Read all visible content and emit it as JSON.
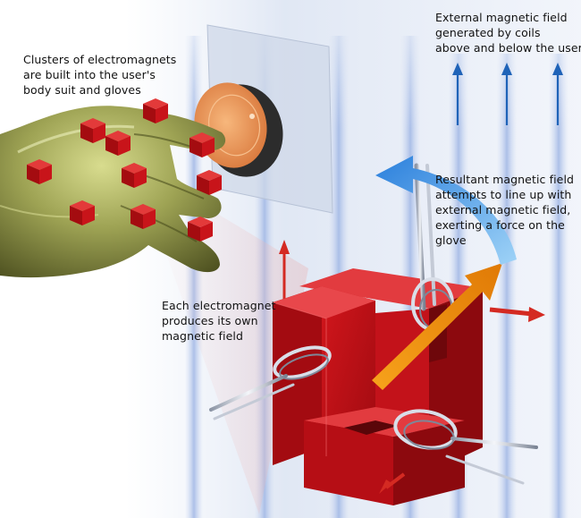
{
  "captions": {
    "clusters": [
      "Clusters of electromagnets",
      "are built into the user's",
      "body suit and gloves"
    ],
    "external_field": [
      "External magnetic field",
      "generated by coils",
      "above and below the user"
    ],
    "resultant_field": [
      "Resultant magnetic field",
      "attempts to line up with",
      "external magnetic field,",
      "exerting a force on the",
      "glove"
    ],
    "each_electromagnet": [
      "Each electromagnet",
      "produces its own",
      "magnetic field"
    ]
  },
  "colors": {
    "field_lines": "#a9bee6",
    "field_arrow": "#1f63b8",
    "core_red": "#b80f15",
    "glove_olive": "#8f9447",
    "resultant_arrow": "#f28c0c",
    "rotation_arrow": "#2f8fe0",
    "force_arrow": "#d42a22",
    "contact_pad": "#f0a060"
  },
  "icons": {
    "hand": "glove-hand",
    "magnet": "electromagnet-core",
    "coil": "wire-coil"
  }
}
